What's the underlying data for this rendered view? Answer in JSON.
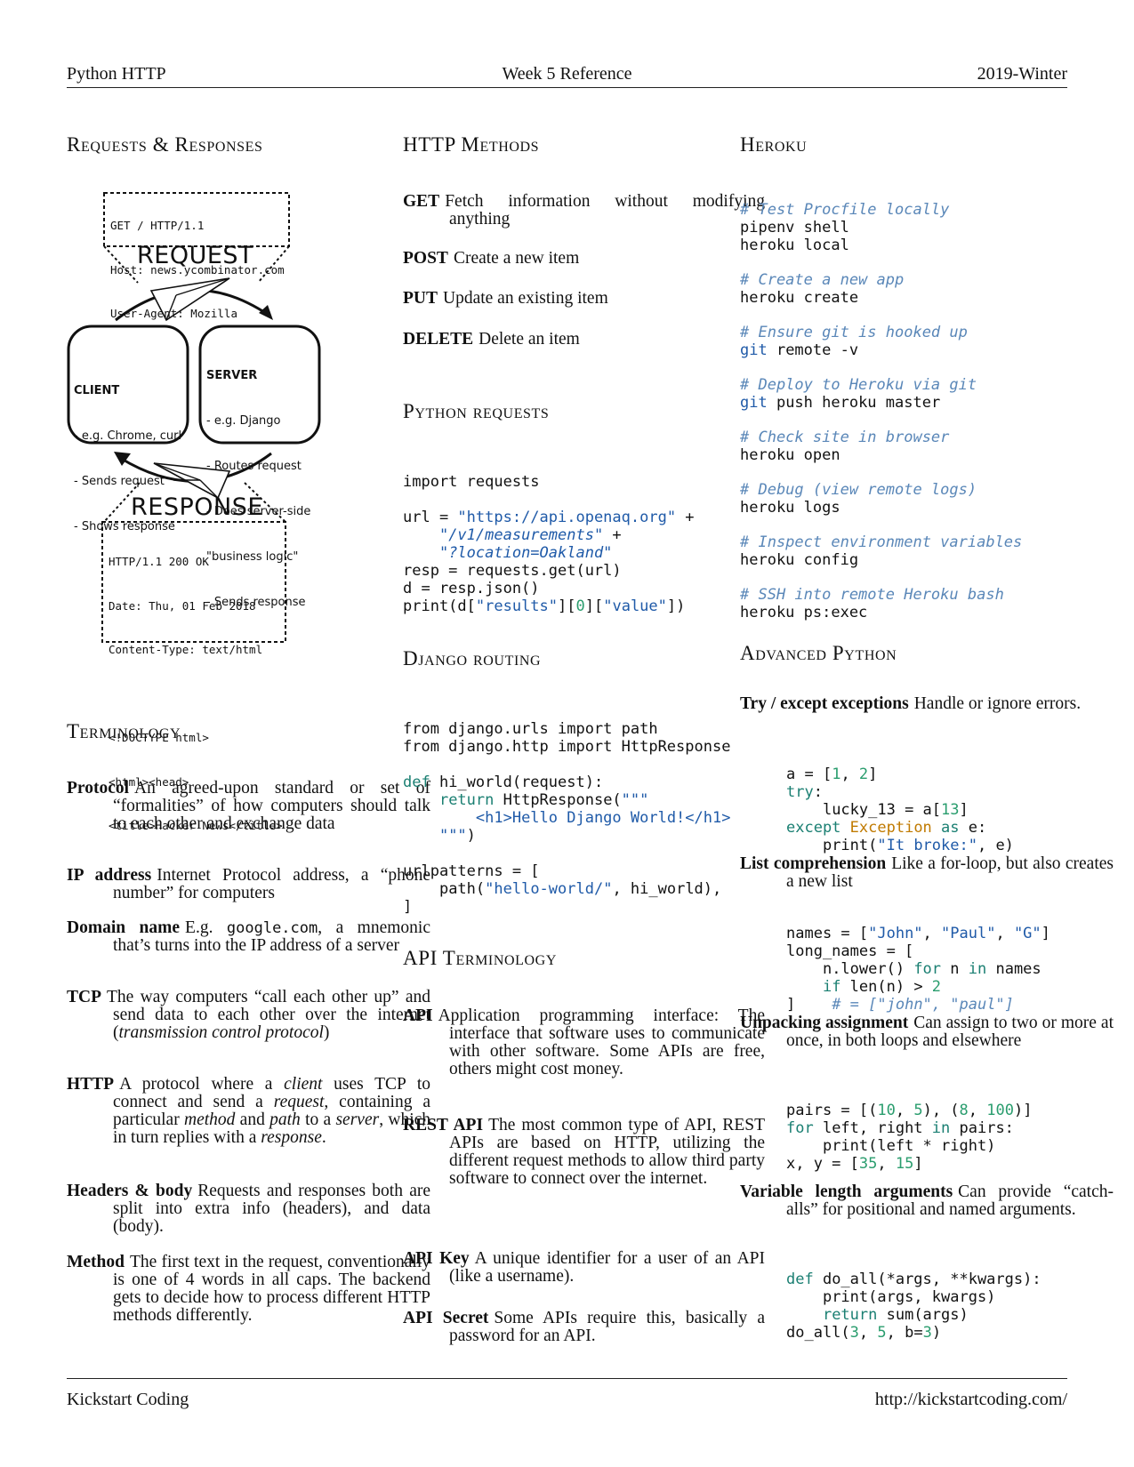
{
  "header": {
    "left": "Python HTTP",
    "center": "Week 5 Reference",
    "right": "2019-Winter"
  },
  "footer": {
    "left": "Kickstart Coding",
    "right": "http://kickstartcoding.com/"
  },
  "sections": {
    "requests_responses": "Requests & Responses",
    "terminology": "Terminology",
    "http_methods": "HTTP Methods",
    "python_requests": "Python requests",
    "django_routing": "Django routing",
    "api_terminology": "API Terminology",
    "heroku": "Heroku",
    "advanced_python": "Advanced Python"
  },
  "diagram": {
    "request_block": [
      "GET / HTTP/1.1",
      "Host: news.ycombinator.com",
      "User-Agent: Mozilla"
    ],
    "request_label": "REQUEST",
    "client": {
      "title": "CLIENT",
      "lines": [
        "- e.g. Chrome, curl",
        "- Sends request",
        "- Shows response"
      ]
    },
    "server": {
      "title": "SERVER",
      "lines": [
        "- e.g. Django",
        "- Routes request",
        "- Does server-side",
        "\"business logic\"",
        "- Sends response"
      ]
    },
    "response_label": "RESPONSE",
    "response_block": [
      "HTTP/1.1 200 OK",
      "Date: Thu, 01 Feb 2018",
      "Content-Type: text/html",
      "",
      "<!DOCTYPE html>",
      "<html><head>",
      "<title>Hacker News</title>"
    ]
  },
  "terminology": {
    "protocol": {
      "term": "Protocol",
      "text": "An agreed-upon standard or set of “formalities” of how computers should talk to each other and exchange data"
    },
    "ip": {
      "term": "IP address",
      "text": "Internet Protocol address, a “phone number” for computers"
    },
    "domain": {
      "term": "Domain name",
      "pre": "E.g. ",
      "code": "google.com",
      "post": ", a mnemonic that’s turns into the IP address of a server"
    },
    "tcp": {
      "term": "TCP",
      "text": "The way computers “call each other up” and send data to each other over the internet (",
      "italic": "transmission control protocol",
      "close": ")"
    },
    "http": {
      "term": "HTTP",
      "t1": "A protocol where a ",
      "i1": "client",
      "t2": " uses TCP to connect and send a ",
      "i2": "request",
      "t3": ", containing a particular ",
      "i3": "method",
      "t4": " and ",
      "i4": "path",
      "t5": " to a ",
      "i5": "server",
      "t6": ", which in turn replies with a ",
      "i6": "response",
      "t7": "."
    },
    "headers": {
      "term": "Headers & body",
      "text": "Requests and responses both are split into extra info (headers), and data (body)."
    },
    "method": {
      "term": "Method",
      "text": "The first text in the request, conventionally is one of 4 words in all caps. The backend gets to decide how to process different HTTP methods differently."
    }
  },
  "http_methods": {
    "get": {
      "term": "GET",
      "text": "Fetch information without modifying anything"
    },
    "post": {
      "term": "POST",
      "text": "Create a new item"
    },
    "put": {
      "term": "PUT",
      "text": "Update an existing item"
    },
    "delete": {
      "term": "DELETE",
      "text": "Delete an item"
    }
  },
  "python_requests_code": {
    "l1": "import requests",
    "l2a": "url = ",
    "l2s": "\"https://api.openaq.org\"",
    "l2b": " +",
    "l3s": "\"/v1/measurements\"",
    "l3b": " +",
    "l4s": "\"?location=Oakland\"",
    "l5": "resp = requests.get(url)",
    "l6": "d = resp.json()",
    "l7a": "print(d[",
    "l7s": "\"results\"",
    "l7b": "][",
    "l7n": "0",
    "l7c": "][",
    "l7s2": "\"value\"",
    "l7d": "])"
  },
  "django_code": {
    "l1": "from django.urls import path",
    "l2": "from django.http import HttpResponse",
    "l3k": "def",
    "l3": " hi_world(request):",
    "l4k": "return",
    "l4": " HttpResponse(",
    "l4s": "\"\"\"",
    "l5s": "<h1>Hello Django World!</h1>",
    "l6s": "\"\"\"",
    "l6": ")",
    "l7": "urlpatterns = [",
    "l8a": "path(",
    "l8s": "\"hello-world/\"",
    "l8b": ", hi_world),",
    "l9": "]"
  },
  "api_terminology": {
    "api": {
      "term": "API",
      "text": "Application programming interface: The interface that software uses to communicate with other software. Some APIs are free, others might cost money."
    },
    "rest": {
      "term": "REST API",
      "text": "The most common type of API, REST APIs are based on HTTP, utilizing the different request methods to allow third party software to connect over the internet."
    },
    "key": {
      "term": "API Key",
      "text": "A unique identifier for a user of an API (like a username)."
    },
    "secret": {
      "term": "API Secret",
      "text": "Some APIs require this, basically a password for an API."
    }
  },
  "heroku": [
    {
      "comment": "# Test Procfile locally",
      "lines": [
        "pipenv shell",
        "heroku local"
      ]
    },
    {
      "comment": "# Create a new app",
      "lines": [
        "heroku create"
      ]
    },
    {
      "comment": "# Ensure git is hooked up",
      "kw": "git",
      "rest": " remote -v"
    },
    {
      "comment": "# Deploy to Heroku via git",
      "kw": "git",
      "rest": " push heroku master"
    },
    {
      "comment": "# Check site in browser",
      "lines": [
        "heroku open"
      ]
    },
    {
      "comment": "# Debug (view remote logs)",
      "lines": [
        "heroku logs"
      ]
    },
    {
      "comment": "# Inspect environment variables",
      "lines": [
        "heroku config"
      ]
    },
    {
      "comment": "# SSH into remote Heroku bash",
      "lines": [
        "heroku ps:exec"
      ]
    }
  ],
  "advanced": {
    "try": {
      "term": "Try / except exceptions",
      "text": "Handle or ignore errors."
    },
    "try_code": {
      "l1a": "a = [",
      "l1n1": "1",
      "l1b": ", ",
      "l1n2": "2",
      "l1c": "]",
      "l2k": "try",
      "l2": ":",
      "l3a": "lucky_13 = a[",
      "l3n": "13",
      "l3b": "]",
      "l4k": "except",
      "l4e": "Exception",
      "l4k2": "as",
      "l4": " e:",
      "l5a": "print(",
      "l5s": "\"It broke:\"",
      "l5b": ", e)"
    },
    "list": {
      "term": "List comprehension",
      "text": "Like a for-loop, but also creates a new list"
    },
    "list_code": {
      "l1a": "names = [",
      "l1s1": "\"John\"",
      "l1s2": "\"Paul\"",
      "l1s3": "\"G\"",
      "l1b": "]",
      "l2": "long_names = [",
      "l3a": "n.lower() ",
      "l3k1": "for",
      "l3b": " n ",
      "l3k2": "in",
      "l3c": " names",
      "l4k": "if",
      "l4a": " len(n) > ",
      "l4n": "2",
      "l5a": "]",
      "l5c": "# = [\"john\", \"paul\"]"
    },
    "unpack": {
      "term": "Unpacking assignment",
      "text": "Can assign to two or more at once, in both loops and elsewhere"
    },
    "unpack_code": {
      "l1a": "pairs = [(",
      "l1n1": "10",
      "l1n2": "5",
      "l1n3": "8",
      "l1n4": "100",
      "l2k1": "for",
      "l2a": " left, right ",
      "l2k2": "in",
      "l2b": " pairs:",
      "l3": "print(left * right)",
      "l4a": "x, y = [",
      "l4n1": "35",
      "l4n2": "15",
      "l4b": "]"
    },
    "varargs": {
      "term": "Variable length arguments",
      "text": "Can provide “catch-alls” for positional and named arguments."
    },
    "varargs_code": {
      "l1k": "def",
      "l1": " do_all(*args, **kwargs):",
      "l2": "print(args, kwargs)",
      "l3k": "return",
      "l3": " sum(args)",
      "l4a": "do_all(",
      "l4n1": "3",
      "l4n2": "5",
      "l4b": "b=",
      "l4n3": "3",
      "l4c": ")"
    }
  }
}
